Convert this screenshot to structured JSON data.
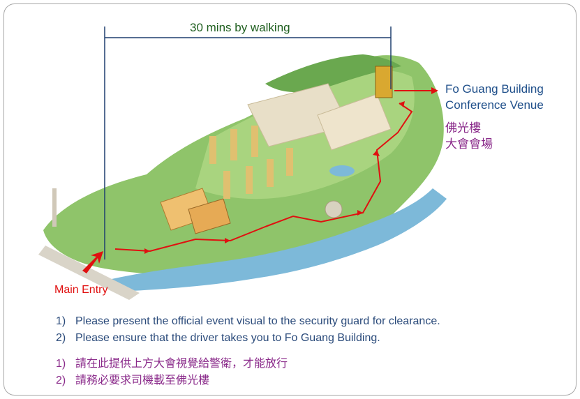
{
  "walking_label": "30 mins by walking",
  "venue": {
    "en_line1": "Fo Guang Building",
    "en_line2": "Conference Venue",
    "zh_line1": "佛光樓",
    "zh_line2": "大會會場"
  },
  "entry_label": "Main Entry",
  "instructions_en": [
    {
      "num": "1)",
      "text": "Please present the official event visual to the security guard for clearance."
    },
    {
      "num": "2)",
      "text": "Please ensure that the driver takes you to Fo Guang Building."
    }
  ],
  "instructions_zh": [
    {
      "num": "1)",
      "text": "請在此提供上方大會視覺給警衛，才能放行"
    },
    {
      "num": "2)",
      "text": "請務必要求司機載至佛光樓"
    }
  ],
  "colors": {
    "route": "#e01010",
    "measure_line": "#1f3f6f",
    "venue_en": "#1f4f8a",
    "venue_zh": "#8a2a8a",
    "walk_label": "#1f5f1f"
  },
  "icons": {
    "entry_arrow": "arrow-up-right-icon",
    "venue_pointer": "arrow-right-icon"
  }
}
